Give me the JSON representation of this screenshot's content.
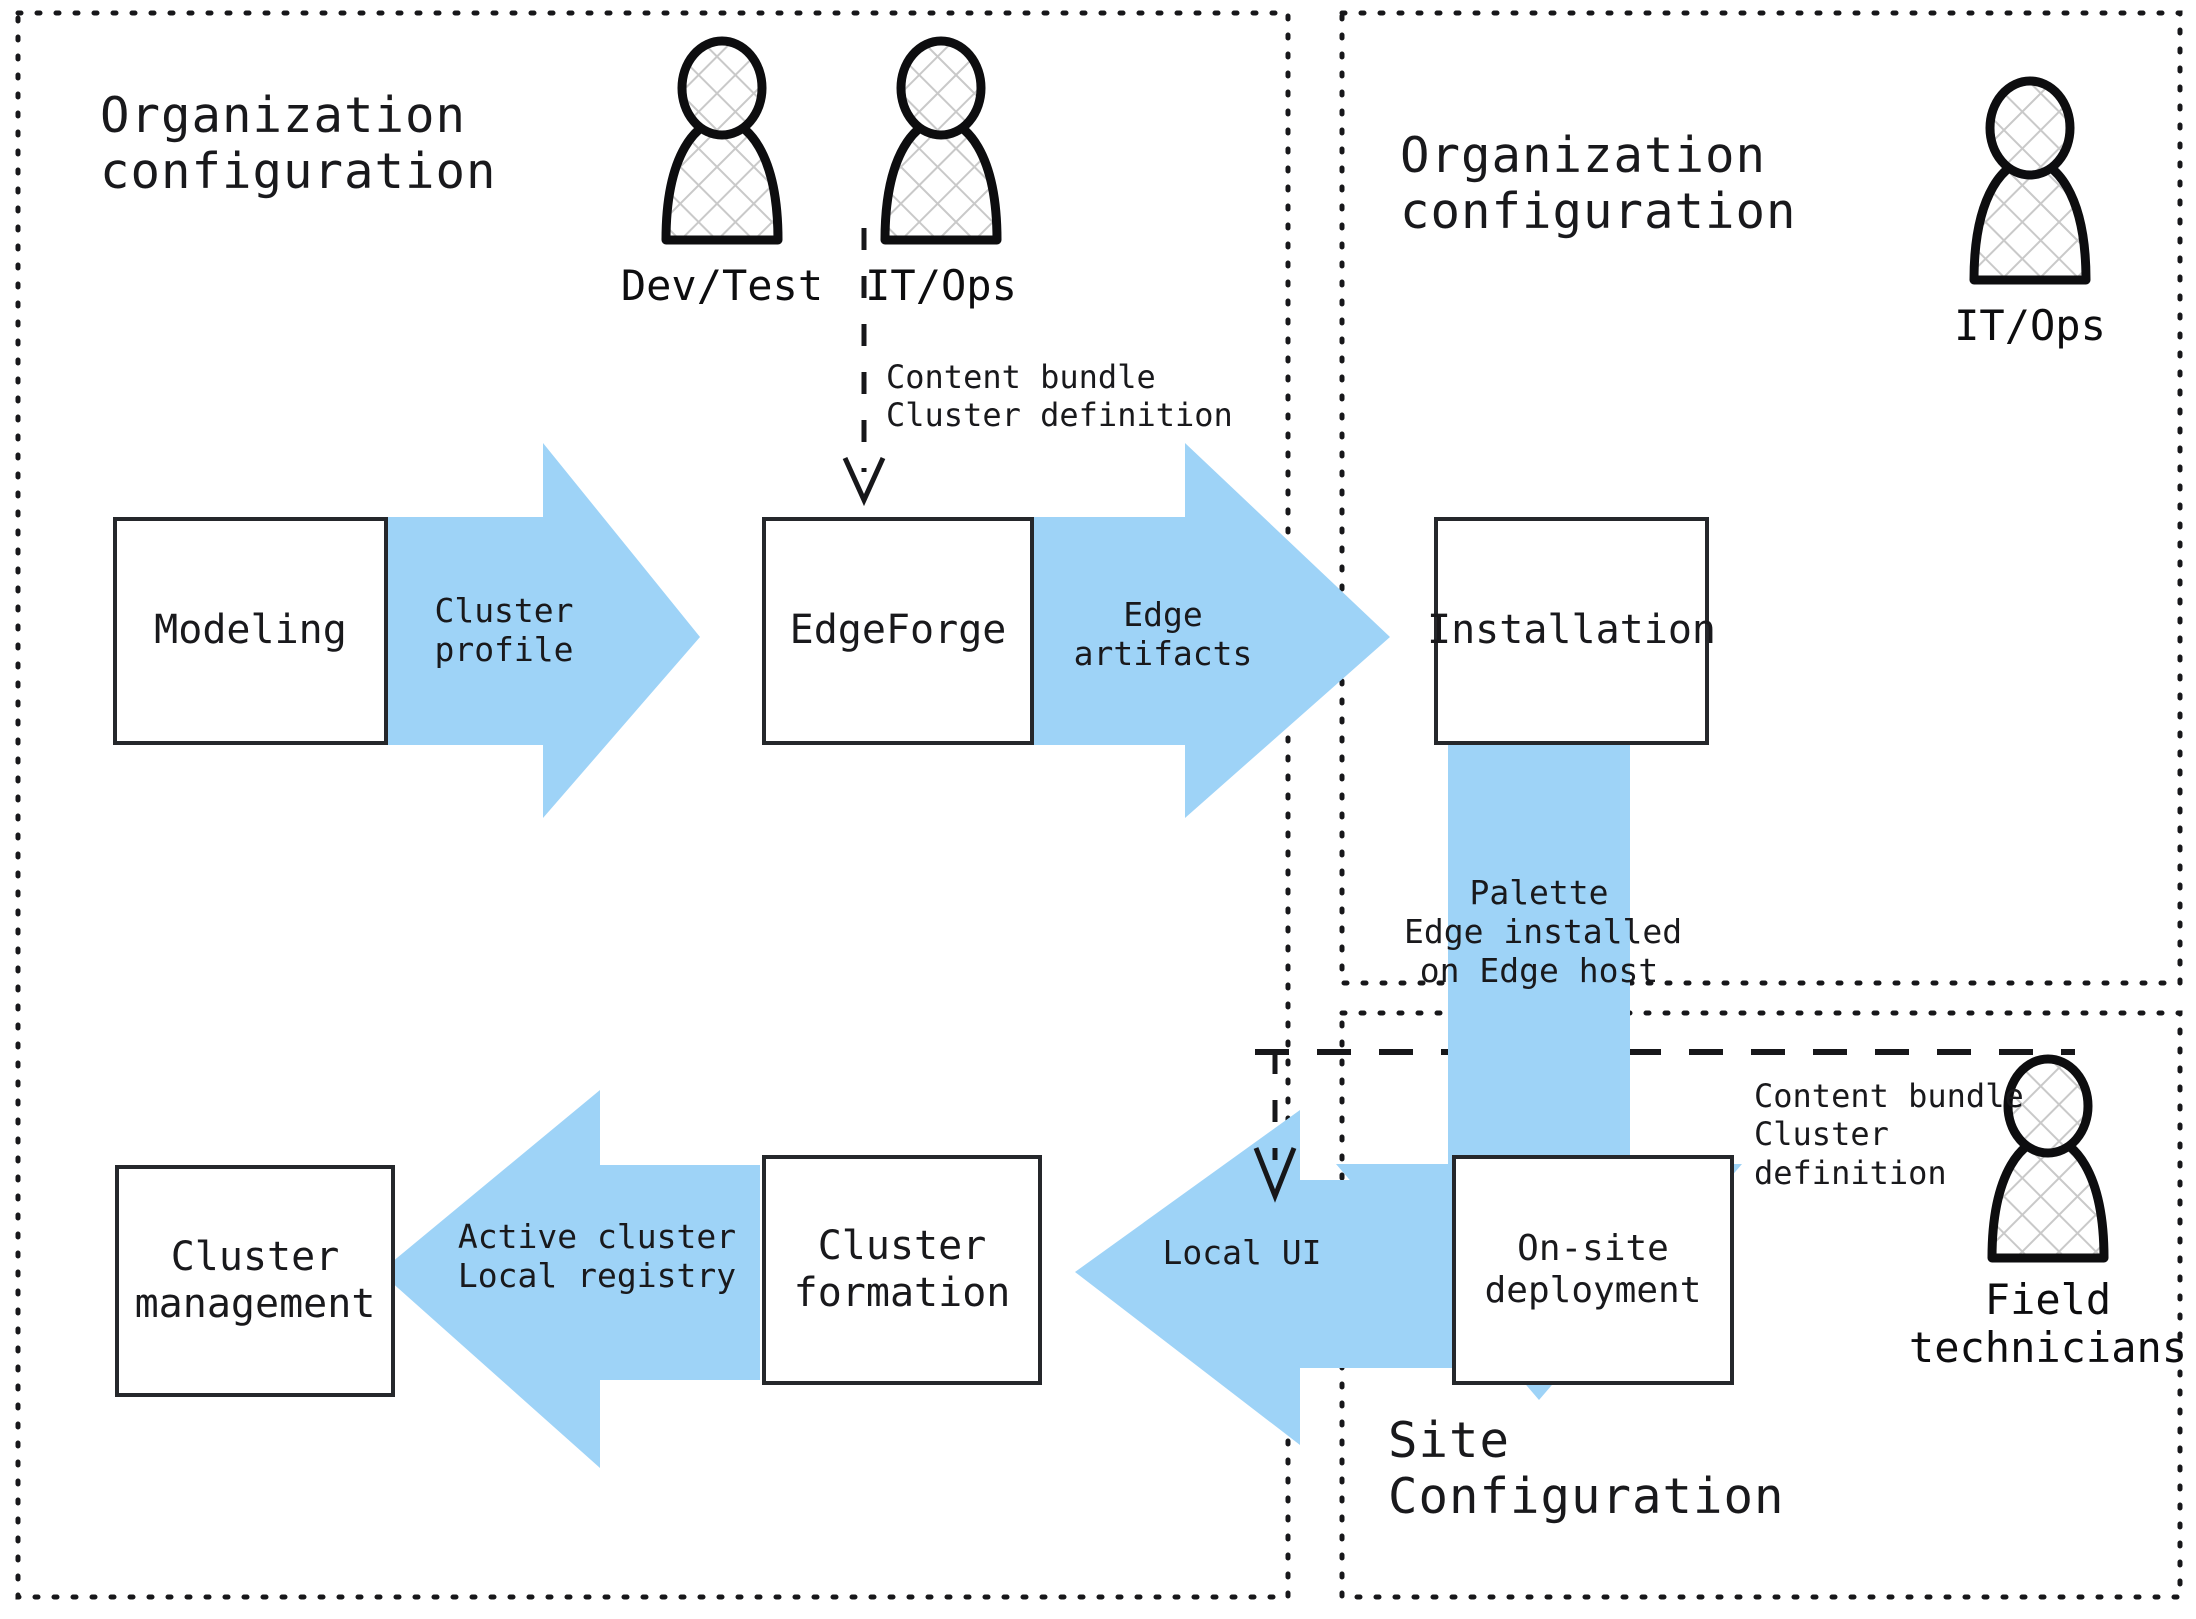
{
  "diagram": {
    "title": "Palette Edge deployment workflow",
    "accent_blue": "#9ed3f7",
    "ink": "#19191c"
  },
  "panels": {
    "org_left": {
      "title": "Organization\nconfiguration"
    },
    "org_right": {
      "title": "Organization\nconfiguration"
    },
    "site": {
      "title": "Site\nConfiguration"
    }
  },
  "actors": [
    {
      "id": "dev-test",
      "label": "Dev/Test",
      "icon": "person-icon"
    },
    {
      "id": "it-ops-left",
      "label": "IT/Ops",
      "icon": "person-icon"
    },
    {
      "id": "it-ops-right",
      "label": "IT/Ops",
      "icon": "person-icon"
    },
    {
      "id": "field-technicians",
      "label": "Field\ntechnicians",
      "icon": "person-icon"
    }
  ],
  "nodes": [
    {
      "id": "modeling",
      "label": "Modeling"
    },
    {
      "id": "edgeforge",
      "label": "EdgeForge"
    },
    {
      "id": "installation",
      "label": "Installation"
    },
    {
      "id": "on-site-deployment",
      "label": "On-site\ndeployment"
    },
    {
      "id": "cluster-formation",
      "label": "Cluster\nformation"
    },
    {
      "id": "cluster-management",
      "label": "Cluster\nmanagement"
    }
  ],
  "arrows": [
    {
      "id": "cluster-profile",
      "label": "Cluster\nprofile",
      "direction": "right"
    },
    {
      "id": "edge-artifacts",
      "label": "Edge\nartifacts",
      "direction": "right"
    },
    {
      "id": "palette-edge",
      "label": "Palette\nEdge installed\non Edge host",
      "direction": "down"
    },
    {
      "id": "local-ui",
      "label": "Local UI",
      "direction": "left"
    },
    {
      "id": "active-cluster",
      "label": "Active cluster\nLocal registry",
      "direction": "left"
    }
  ],
  "inputs": [
    {
      "id": "input-top",
      "label": "Content bundle\nCluster definition",
      "from": "it-ops-left"
    },
    {
      "id": "input-bottom",
      "label": "Content bundle\nCluster\ndefinition",
      "from": "field-technicians"
    }
  ]
}
